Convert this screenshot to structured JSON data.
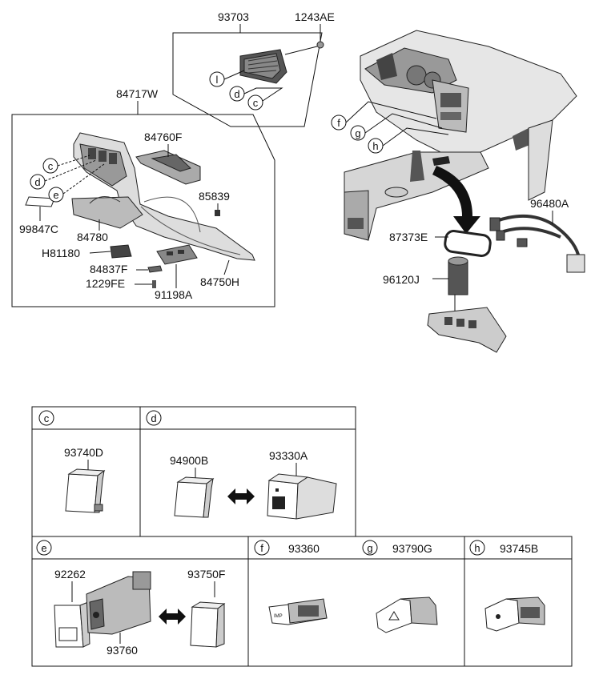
{
  "top_labels": {
    "p93703": "93703",
    "p1243AE": "1243AE",
    "p84717W": "84717W",
    "p84760F": "84760F",
    "p85839": "85839",
    "p99847C": "99847C",
    "p84780": "84780",
    "pH81180": "H81180",
    "p84837F": "84837F",
    "p1229FE": "1229FE",
    "p91198A": "91198A",
    "p84750H": "84750H",
    "p96480A": "96480A",
    "p87373E": "87373E",
    "p96120J": "96120J"
  },
  "callouts": {
    "l": "l",
    "c": "c",
    "d": "d",
    "e": "e",
    "f": "f",
    "g": "g",
    "h": "h"
  },
  "detail_table": {
    "c_label": "93740D",
    "d_left": "94900B",
    "d_right": "93330A",
    "e_left": "92262",
    "e_mid": "93760",
    "e_right": "93750F",
    "f_label": "93360",
    "g_label": "93790G",
    "h_label": "93745B"
  },
  "switch_text": {
    "f_text": "IMP"
  }
}
